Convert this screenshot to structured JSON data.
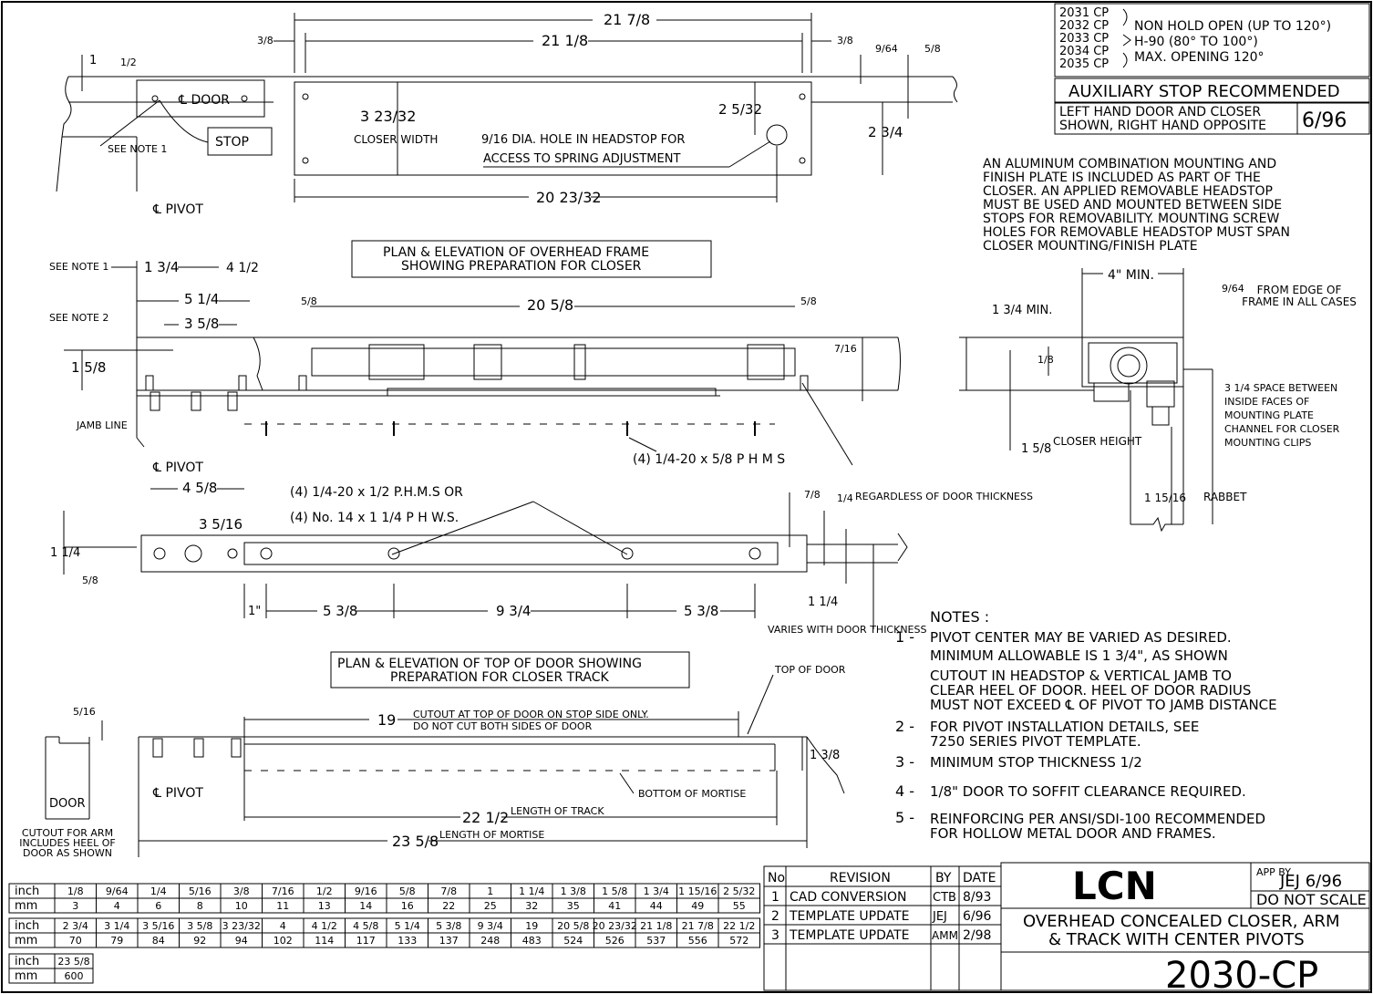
{
  "title_block": {
    "models": [
      "2031 CP",
      "2032 CP",
      "2033 CP",
      "2034 CP",
      "2035 CP"
    ],
    "spec_lines": [
      "NON HOLD OPEN (UP TO 120°)",
      "H-90 (80° TO 100°)",
      "MAX. OPENING 120°"
    ],
    "aux_stop": "AUXILIARY STOP RECOMMENDED",
    "hand_note_1": "LEFT HAND DOOR AND CLOSER",
    "hand_note_2": "SHOWN, RIGHT HAND OPPOSITE",
    "date_code": "6/96",
    "brand": "LCN",
    "app_by_label": "APP BY",
    "app_by": "JEJ 6/96",
    "do_not_scale": "DO NOT SCALE",
    "title_1": "OVERHEAD CONCEALED CLOSER, ARM",
    "title_2": "& TRACK WITH CENTER PIVOTS",
    "drawing_number": "2030-CP"
  },
  "revisions": {
    "headers": [
      "No",
      "REVISION",
      "BY",
      "DATE"
    ],
    "rows": [
      [
        "1",
        "CAD CONVERSION",
        "CTB",
        "8/93"
      ],
      [
        "2",
        "TEMPLATE UPDATE",
        "JEJ",
        "6/96"
      ],
      [
        "3",
        "TEMPLATE UPDATE",
        "AMM",
        "2/98"
      ]
    ]
  },
  "aluminum_note": [
    "AN ALUMINUM COMBINATION MOUNTING AND",
    "FINISH PLATE IS INCLUDED AS PART OF THE",
    "CLOSER. AN APPLIED REMOVABLE HEADSTOP",
    "MUST BE USED AND MOUNTED BETWEEN SIDE",
    "STOPS FOR REMOVABILITY. MOUNTING SCREW",
    "HOLES FOR REMOVABLE HEADSTOP MUST SPAN",
    "CLOSER MOUNTING/FINISH PLATE"
  ],
  "notes": {
    "heading": "NOTES :",
    "items": [
      {
        "num": "1 -",
        "lines": [
          "PIVOT CENTER MAY BE VARIED AS DESIRED.",
          "MINIMUM ALLOWABLE IS 1 3/4\", AS SHOWN",
          "CUTOUT IN HEADSTOP & VERTICAL JAMB TO",
          "CLEAR HEEL OF DOOR. HEEL OF DOOR RADIUS",
          "MUST NOT EXCEED ℄ OF PIVOT TO JAMB DISTANCE"
        ]
      },
      {
        "num": "2 -",
        "lines": [
          "FOR PIVOT INSTALLATION DETAILS, SEE",
          "7250 SERIES PIVOT TEMPLATE."
        ]
      },
      {
        "num": "3 -",
        "lines": [
          "MINIMUM STOP THICKNESS 1/2"
        ]
      },
      {
        "num": "4 -",
        "lines": [
          "1/8\" DOOR TO SOFFIT CLEARANCE REQUIRED."
        ]
      },
      {
        "num": "5 -",
        "lines": [
          "REINFORCING PER ANSI/SDI-100 RECOMMENDED",
          "FOR HOLLOW METAL DOOR AND FRAMES."
        ]
      }
    ]
  },
  "plan_top": {
    "dim_overall": "21 7/8",
    "dim_inner": "21 1/8",
    "dim_left_offset": "3/8",
    "dim_right_offset": "3/8",
    "dim_9_64": "9/64",
    "dim_5_8": "5/8",
    "dim_1_2": "1/2",
    "dim_1": "1",
    "door_label": "℄ DOOR",
    "stop_label": "STOP",
    "see_note_1": "SEE NOTE 1",
    "closer_width_dim": "3 23/32",
    "closer_width_label": "CLOSER WIDTH",
    "hole_note_1": "9/16 DIA. HOLE IN HEADSTOP FOR",
    "hole_note_2": "ACCESS TO SPRING ADJUSTMENT",
    "dim_2_5_32": "2 5/32",
    "dim_2_3_4": "2 3/4",
    "dim_bottom": "20 23/32",
    "pivot_label": "℄ PIVOT"
  },
  "frame_elev": {
    "label_1": "PLAN & ELEVATION OF OVERHEAD FRAME",
    "label_2": "SHOWING PREPARATION FOR CLOSER",
    "see_note_1": "SEE NOTE 1",
    "dim_1_3_4": "1 3/4",
    "dim_4_1_2": "4 1/2",
    "dim_5_1_4": "5 1/4",
    "see_note_2": "SEE NOTE 2",
    "dim_3_5_8": "3 5/8",
    "dim_1_5_8": "1 5/8",
    "dim_5_8_l": "5/8",
    "dim_20_5_8": "20 5/8",
    "dim_5_8_r": "5/8",
    "dim_7_16": "7/16",
    "jamb_line": "JAMB LINE",
    "pivot_label": "℄ PIVOT",
    "screw_note": "(4)  1/4-20 x 5/8  P H M S"
  },
  "door_elev": {
    "dim_4_5_8": "4 5/8",
    "dim_3_5_16": "3 5/16",
    "screw_a": "(4)  1/4-20 x 1/2  P.H.M.S  OR",
    "screw_b": "(4)  No. 14 x 1 1/4  P H W.S.",
    "dim_7_8": "7/8",
    "dim_1_4": "1/4",
    "regardless": "REGARDLESS OF DOOR THICKNESS",
    "dim_1_1_4": "1 1/4",
    "dim_5_8": "5/8",
    "dim_1in": "1\"",
    "dim_5_3_8_a": "5 3/8",
    "dim_9_3_4": "9 3/4",
    "dim_5_3_8_b": "5 3/8",
    "dim_1_1_4_r": "1 1/4",
    "varies": "VARIES WITH DOOR THICKNESS",
    "label_1": "PLAN & ELEVATION OF TOP OF DOOR SHOWING",
    "label_2": "PREPARATION FOR CLOSER TRACK"
  },
  "rabbet_detail": {
    "dim_4_min": "4\" MIN.",
    "dim_9_64": "9/64",
    "from_edge": "FROM EDGE OF FRAME IN ALL CASES",
    "dim_1_3_4_min": "1 3/4 MIN.",
    "dim_1_8": "1/8",
    "space_note": "3 1/4 SPACE BETWEEN INSIDE FACES OF MOUNTING PLATE CHANNEL FOR CLOSER MOUNTING CLIPS",
    "closer_height_dim": "1 5/8",
    "closer_height": "CLOSER HEIGHT",
    "dim_1_15_16": "1 15/16",
    "rabbet": "RABBET"
  },
  "mortise": {
    "dim_5_16": "5/16",
    "door": "DOOR",
    "cutout_note": "CUTOUT FOR ARM INCLUDES HEEL OF DOOR AS SHOWN",
    "pivot_label": "℄ PIVOT",
    "top_of_door": "TOP OF DOOR",
    "dim_19": "19",
    "cutout_top_1": "CUTOUT AT TOP OF DOOR ON STOP SIDE ONLY.",
    "cutout_top_2": "DO NOT CUT BOTH SIDES OF DOOR",
    "dim_1_3_8": "1 3/8",
    "bottom_of_mortise": "BOTTOM OF MORTISE",
    "dim_22_1_2": "22 1/2",
    "length_of_track": "LENGTH OF TRACK",
    "dim_23_5_8": "23 5/8",
    "length_of_mortise": "LENGTH OF MORTISE"
  },
  "conversion": {
    "row_labels": [
      "inch",
      "mm"
    ],
    "table1_inch": [
      "1/8",
      "9/64",
      "1/4",
      "5/16",
      "3/8",
      "7/16",
      "1/2",
      "9/16",
      "5/8",
      "7/8",
      "1",
      "1 1/4",
      "1 3/8",
      "1 5/8",
      "1 3/4",
      "1 15/16",
      "2 5/32"
    ],
    "table1_mm": [
      "3",
      "4",
      "6",
      "8",
      "10",
      "11",
      "13",
      "14",
      "16",
      "22",
      "25",
      "32",
      "35",
      "41",
      "44",
      "49",
      "55"
    ],
    "table2_inch": [
      "2 3/4",
      "3 1/4",
      "3 5/16",
      "3 5/8",
      "3 23/32",
      "4",
      "4 1/2",
      "4 5/8",
      "5 1/4",
      "5 3/8",
      "9 3/4",
      "19",
      "20 5/8",
      "20 23/32",
      "21 1/8",
      "21 7/8",
      "22 1/2"
    ],
    "table2_mm": [
      "70",
      "79",
      "84",
      "92",
      "94",
      "102",
      "114",
      "117",
      "133",
      "137",
      "248",
      "483",
      "524",
      "526",
      "537",
      "556",
      "572"
    ],
    "table3_inch": [
      "23 5/8"
    ],
    "table3_mm": [
      "600"
    ]
  }
}
